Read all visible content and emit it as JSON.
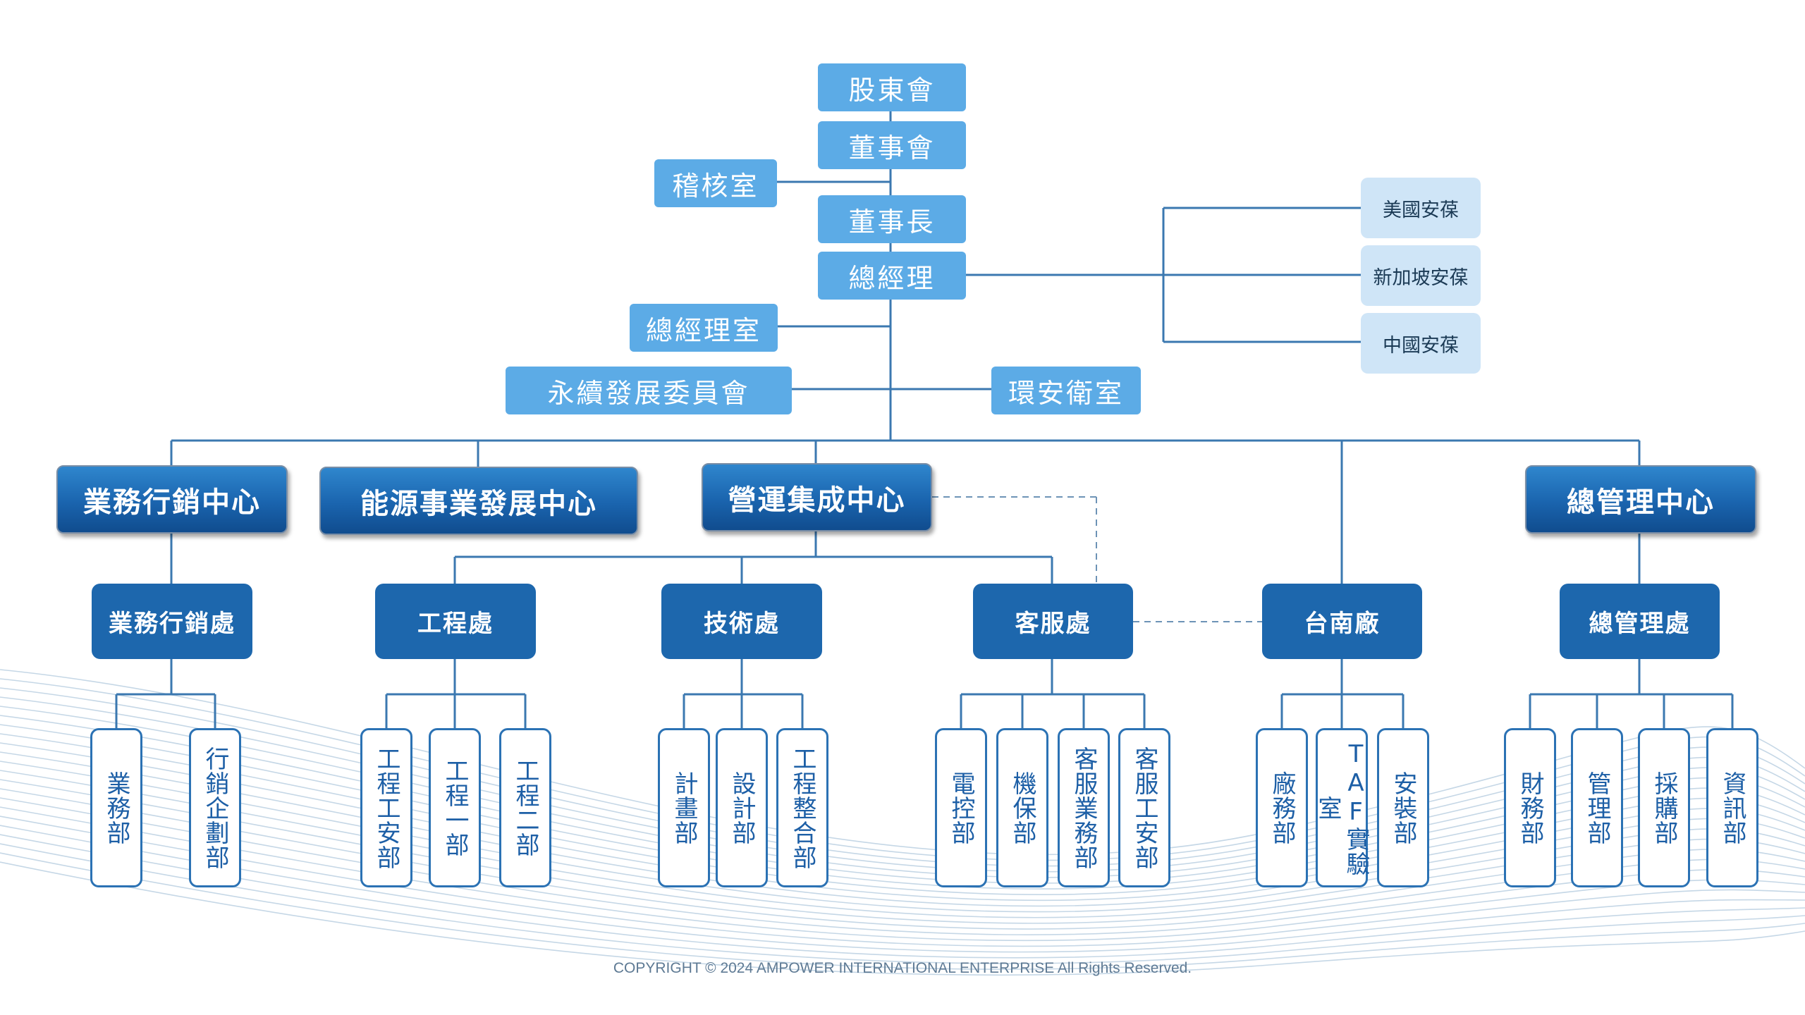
{
  "governance": {
    "shareholders": "股東會",
    "board": "董事會",
    "audit": "稽核室",
    "chairman": "董事長",
    "gm": "總經理",
    "gm_office": "總經理室",
    "esg_committee": "永續發展委員會",
    "ehs_office": "環安衛室"
  },
  "subsidiaries": {
    "us": "美國安葆",
    "sg": "新加坡安葆",
    "cn": "中國安葆"
  },
  "centers": {
    "sales_marketing": "業務行銷中心",
    "energy": "能源事業發展中心",
    "operations": "營運集成中心",
    "admin": "總管理中心"
  },
  "divisions": {
    "sales": "業務行銷處",
    "engineering": "工程處",
    "technology": "技術處",
    "service": "客服處",
    "tainan": "台南廠",
    "admin": "總管理處"
  },
  "departments": {
    "sales": [
      "業務部",
      "行銷企劃部"
    ],
    "engineering": [
      "工程工安部",
      "工程一部",
      "工程二部"
    ],
    "technology": [
      "計畫部",
      "設計部",
      "工程整合部"
    ],
    "service": [
      "電控部",
      "機保部",
      "客服業務部",
      "客服工安部"
    ],
    "tainan": [
      "廠務部",
      "TAF實驗室",
      "安裝部"
    ],
    "admin": [
      "財務部",
      "管理部",
      "採購部",
      "資訊部"
    ]
  },
  "footer": {
    "copyright": "COPYRIGHT © 2024 AMPOWER INTERNATIONAL ENTERPRISE All Rights Reserved."
  },
  "colors": {
    "governance_box": "#5cabe6",
    "subsidiary_box": "#cfe5f7",
    "center_box": "#1a64ae",
    "division_box": "#1d67ad",
    "department_border": "#2b72b4",
    "connector_line": "#3b78b0"
  }
}
